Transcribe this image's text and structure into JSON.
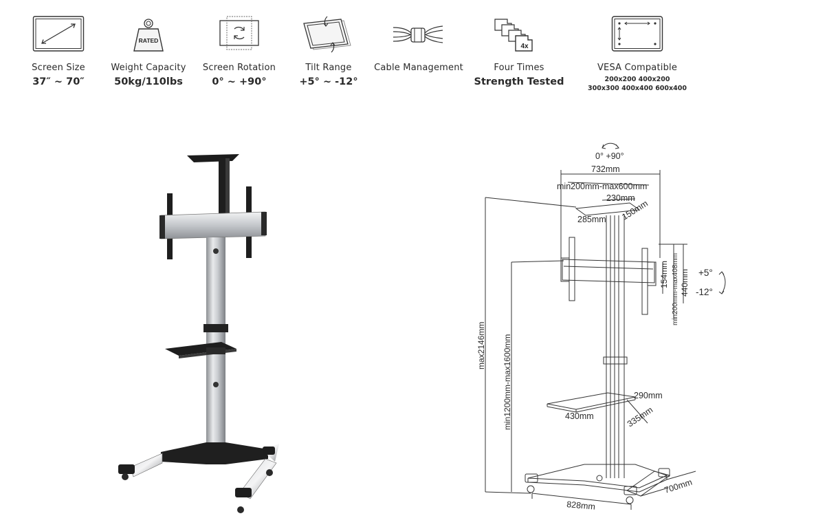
{
  "features": [
    {
      "icon": "screen-size-icon",
      "label": "Screen Size",
      "value": "37″ ~ 70″"
    },
    {
      "icon": "weight-rated-icon",
      "badge": "RATED",
      "label": "Weight Capacity",
      "value": "50kg/110lbs"
    },
    {
      "icon": "screen-rotation-icon",
      "label": "Screen Rotation",
      "value": "0° ~ +90°"
    },
    {
      "icon": "tilt-range-icon",
      "label": "Tilt Range",
      "value": "+5° ~ -12°"
    },
    {
      "icon": "cable-management-icon",
      "label": "Cable Management",
      "value": ""
    },
    {
      "icon": "strength-tested-icon",
      "badge": "4x",
      "label": "Four Times",
      "value": "Strength Tested"
    },
    {
      "icon": "vesa-icon",
      "label": "VESA Compatible",
      "vesa_line1": "200x200 400x200",
      "vesa_line2": "300x300 400x400 600x400"
    }
  ],
  "diagram": {
    "rotation": "0°  +90°",
    "width_total": "732mm",
    "vesa_width": "min200mm-max600mm",
    "top_tray_width": "230mm",
    "top_tray_depth": "150mm",
    "top_tray_len": "285mm",
    "tilt_up": "+5°",
    "tilt_down": "-12°",
    "bracket_height": "154mm",
    "vesa_height": "min200mm-max408mm",
    "bracket_total": "440mm",
    "max_height": "max2146mm",
    "height_range": "min1200mm-max1600mm",
    "shelf_width": "290mm",
    "shelf_len": "430mm",
    "shelf_depth": "335mm",
    "base_width": "828mm",
    "base_depth": "700mm"
  }
}
